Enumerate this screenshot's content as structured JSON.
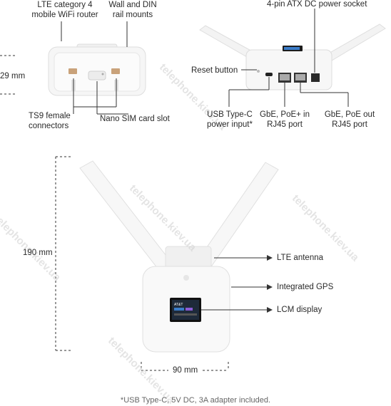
{
  "labels": {
    "lte_router": [
      "LTE category 4",
      "mobile WiFi router"
    ],
    "rail_mounts": [
      "Wall and DIN",
      "rail mounts"
    ],
    "height_small": "29 mm",
    "ts9": [
      "TS9 female",
      "connectors"
    ],
    "nano_sim": "Nano SIM card slot",
    "atx_power": "4-pin ATX DC power socket",
    "reset": "Reset button",
    "usbc": [
      "USB Type-C",
      "power input*"
    ],
    "poe_in": [
      "GbE, PoE+ in",
      "RJ45 port"
    ],
    "poe_out": [
      "GbE, PoE out",
      "RJ45 port"
    ],
    "height_main": "190 mm",
    "width_main": "90 mm",
    "lte_antenna": "LTE antenna",
    "gps": "Integrated GPS",
    "lcm": "LCM display"
  },
  "lcd": {
    "carrier": "AT&T"
  },
  "footnote": "*USB Type-C, 5V DC, 3A adapter included.",
  "watermark": "telephone.kiev.ua"
}
